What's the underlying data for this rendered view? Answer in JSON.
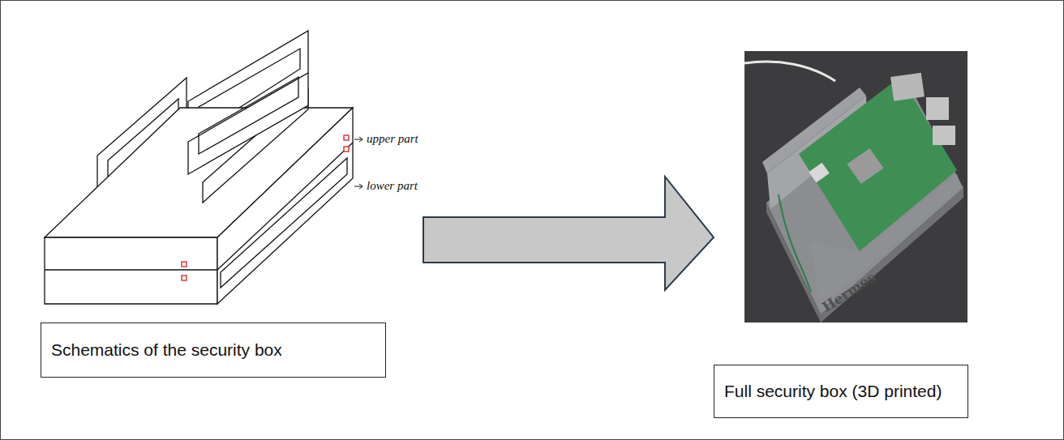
{
  "diagram": {
    "nodes": [
      {
        "text": [
          "Schematics of the security box"
        ]
      },
      {
        "text": [
          "Full security box (3D printed)"
        ]
      }
    ],
    "labels": [
      "upper part",
      "lower part",
      "Hermes"
    ]
  }
}
